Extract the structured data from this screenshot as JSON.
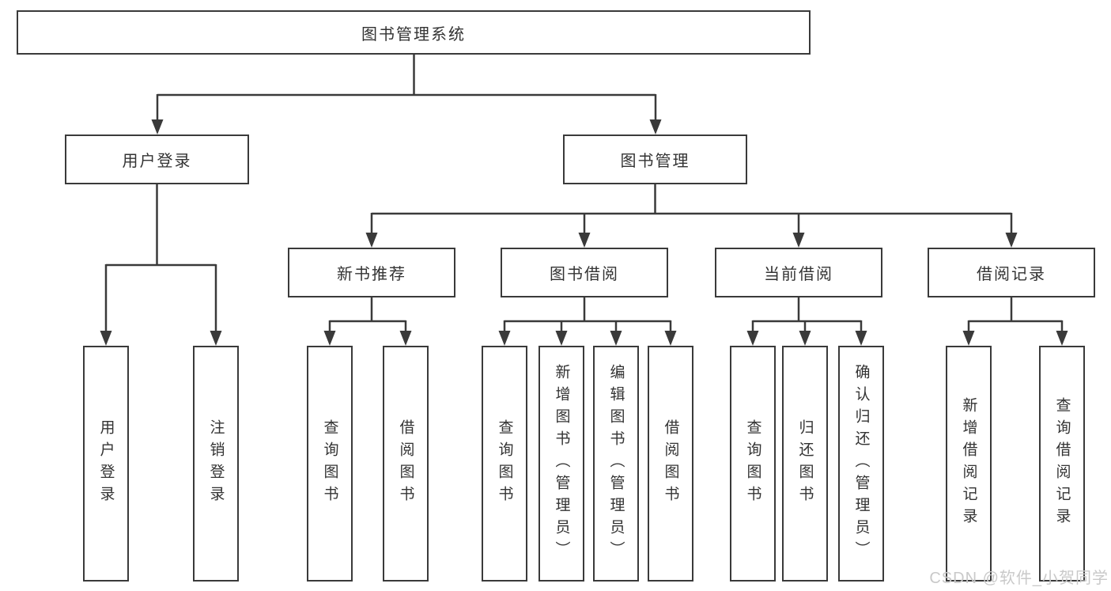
{
  "tree": {
    "label": "图书管理系统",
    "children": [
      {
        "label": "用户登录",
        "children": [
          {
            "label": "用户登录"
          },
          {
            "label": "注销登录"
          }
        ]
      },
      {
        "label": "图书管理",
        "children": [
          {
            "label": "新书推荐",
            "children": [
              {
                "label": "查询图书"
              },
              {
                "label": "借阅图书"
              }
            ]
          },
          {
            "label": "图书借阅",
            "children": [
              {
                "label": "查询图书"
              },
              {
                "label": "新增图书（管理员）"
              },
              {
                "label": "编辑图书（管理员）"
              },
              {
                "label": "借阅图书"
              }
            ]
          },
          {
            "label": "当前借阅",
            "children": [
              {
                "label": "查询图书"
              },
              {
                "label": "归还图书"
              },
              {
                "label": "确认归还（管理员）"
              }
            ]
          },
          {
            "label": "借阅记录",
            "children": [
              {
                "label": "新增借阅记录"
              },
              {
                "label": "查询借阅记录"
              }
            ]
          }
        ]
      }
    ]
  },
  "watermark": {
    "text": "CSDN @软件_小贺同学"
  },
  "colors": {
    "line": "#3a3a3a",
    "text": "#333333",
    "background": "#ffffff",
    "watermark": "#c9c9c9"
  }
}
